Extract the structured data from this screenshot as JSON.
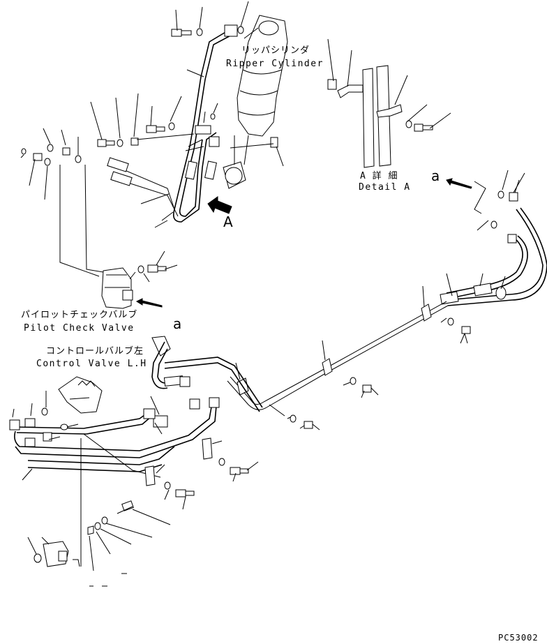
{
  "labels": {
    "ripper_cylinder_jp": "リッパシリンダ",
    "ripper_cylinder_en": "Ripper Cylinder",
    "detail_a_jp": "A 詳 細",
    "detail_a_en": "Detail A",
    "view_a": "A",
    "ref_a_right": "a",
    "ref_a_left": "a",
    "pilot_check_valve_jp": "パイロットチェックバルブ",
    "pilot_check_valve_en": "Pilot Check Valve",
    "control_valve_jp": "コントロールバルブ左",
    "control_valve_en": "Control Valve L.H",
    "drawing_code": "PC53002"
  },
  "icons": {
    "view_arrow": "bold-arrow-icon",
    "ref_arrow": "arrow-icon"
  }
}
